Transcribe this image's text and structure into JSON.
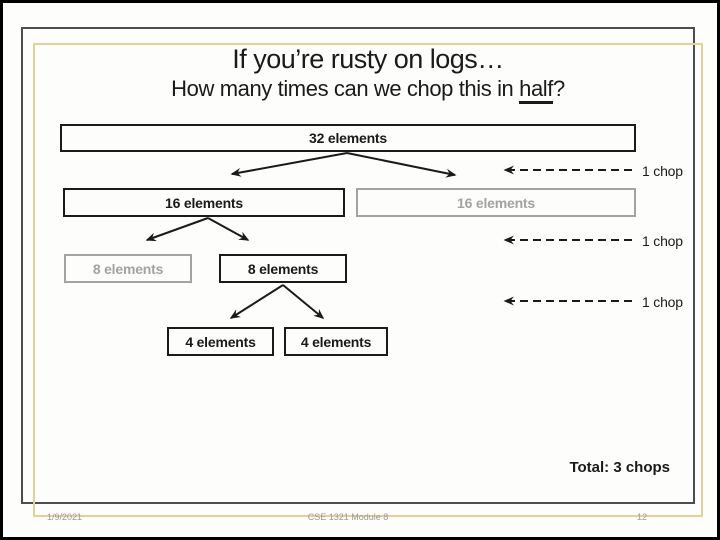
{
  "slide": {
    "title": "If you’re rusty on logs…",
    "subtitle": {
      "prefix": "How many times can we chop this in ",
      "underlined": "half",
      "suffix": "?"
    },
    "diagram": {
      "boxes": [
        {
          "label": "32 elements",
          "style": "solid-black"
        },
        {
          "label": "16 elements",
          "style": "solid-black"
        },
        {
          "label": "16 elements",
          "style": "faded-gray"
        },
        {
          "label": "8 elements",
          "style": "faded-gray"
        },
        {
          "label": "8 elements",
          "style": "solid-black"
        },
        {
          "label": "4 elements",
          "style": "solid-black"
        },
        {
          "label": "4 elements",
          "style": "solid-black"
        }
      ],
      "chop_labels": [
        "1 chop",
        "1 chop",
        "1 chop"
      ],
      "total": "Total: 3 chops"
    },
    "footer": {
      "date": "1/9/2021",
      "course": "CSE 1321 Module 8",
      "page_number": "12"
    },
    "colors": {
      "accent_gold": "#e8cf97",
      "frame_gray": "#4d4d4d",
      "faded_gray": "#a3a3a3",
      "ink_black": "#1a1a1a",
      "footer_gray": "#9b9b9b"
    }
  }
}
